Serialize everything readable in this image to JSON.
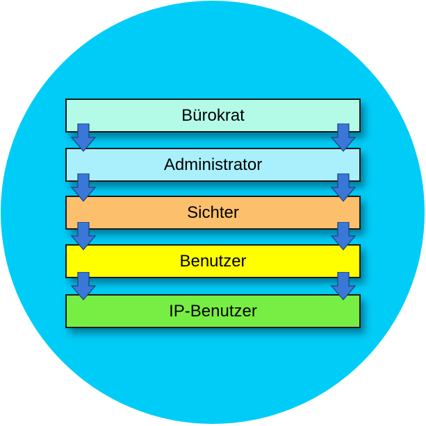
{
  "diagram": {
    "title": "Benutzerrechte-Hierarchie",
    "levels": [
      {
        "label": "Bürokrat",
        "color": "#b3fbe6"
      },
      {
        "label": "Administrator",
        "color": "#aaf0fc"
      },
      {
        "label": "Sichter",
        "color": "#fcc06d"
      },
      {
        "label": "Benutzer",
        "color": "#ffff00"
      },
      {
        "label": "IP-Benutzer",
        "color": "#77ee44"
      }
    ],
    "arrow_color": "#3a78d8",
    "background_color": "#00cdf7"
  }
}
